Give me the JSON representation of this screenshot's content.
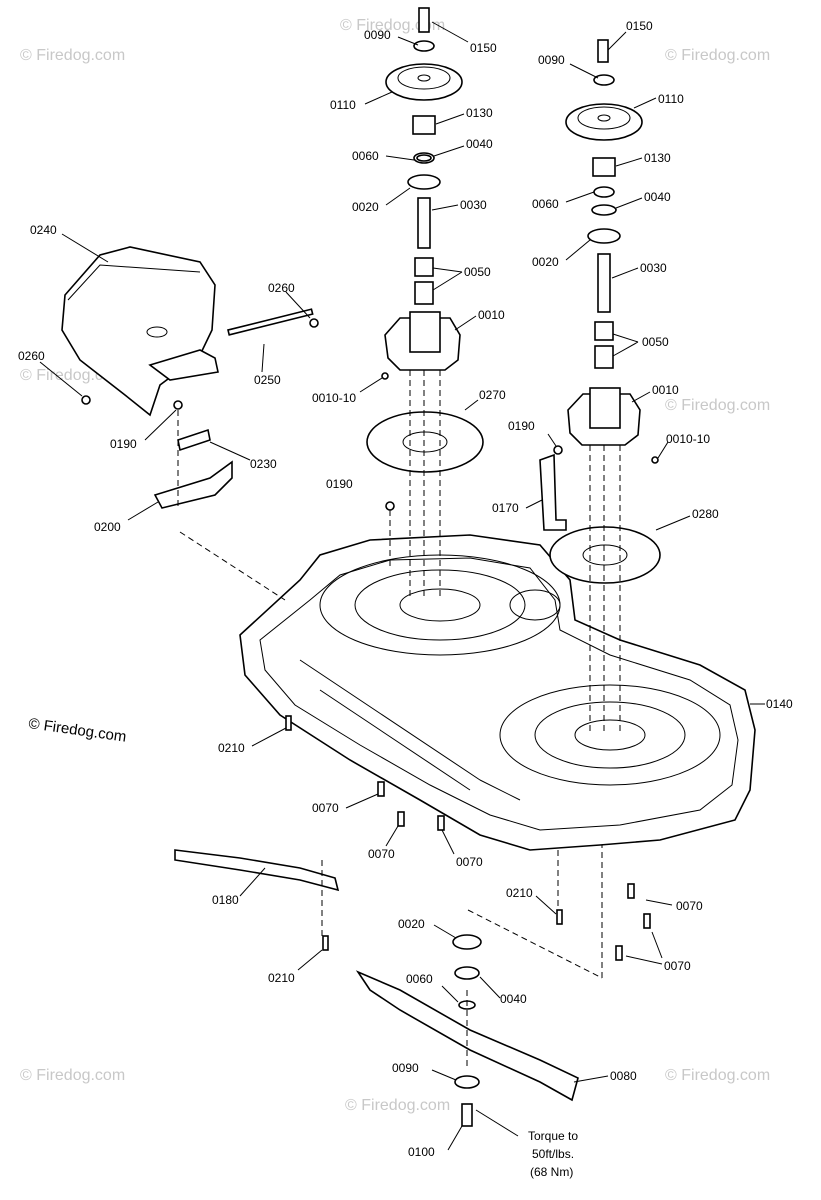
{
  "watermark": "© Firedog.com",
  "copyright": "© Firedog.com",
  "torque_note": [
    "Torque to",
    "50ft/lbs.",
    "(68 Nm)"
  ],
  "callouts": [
    {
      "id": "c-0150a",
      "text": "0150"
    },
    {
      "id": "c-0090a",
      "text": "0090"
    },
    {
      "id": "c-0110a",
      "text": "0110"
    },
    {
      "id": "c-0130a",
      "text": "0130"
    },
    {
      "id": "c-0060a",
      "text": "0060"
    },
    {
      "id": "c-0040a",
      "text": "0040"
    },
    {
      "id": "c-0020a",
      "text": "0020"
    },
    {
      "id": "c-0030a",
      "text": "0030"
    },
    {
      "id": "c-0050a",
      "text": "0050"
    },
    {
      "id": "c-0010a",
      "text": "0010"
    },
    {
      "id": "c-0010-10a",
      "text": "0010-10"
    },
    {
      "id": "c-0270",
      "text": "0270"
    },
    {
      "id": "c-0190a",
      "text": "0190"
    },
    {
      "id": "c-0150b",
      "text": "0150"
    },
    {
      "id": "c-0090b",
      "text": "0090"
    },
    {
      "id": "c-0110b",
      "text": "0110"
    },
    {
      "id": "c-0130b",
      "text": "0130"
    },
    {
      "id": "c-0060b",
      "text": "0060"
    },
    {
      "id": "c-0040b",
      "text": "0040"
    },
    {
      "id": "c-0020b",
      "text": "0020"
    },
    {
      "id": "c-0030b",
      "text": "0030"
    },
    {
      "id": "c-0050b",
      "text": "0050"
    },
    {
      "id": "c-0010b",
      "text": "0010"
    },
    {
      "id": "c-0010-10b",
      "text": "0010-10"
    },
    {
      "id": "c-0190b",
      "text": "0190"
    },
    {
      "id": "c-0170",
      "text": "0170"
    },
    {
      "id": "c-0280",
      "text": "0280"
    },
    {
      "id": "c-0240",
      "text": "0240"
    },
    {
      "id": "c-0260a",
      "text": "0260"
    },
    {
      "id": "c-0260b",
      "text": "0260"
    },
    {
      "id": "c-0250",
      "text": "0250"
    },
    {
      "id": "c-0190c",
      "text": "0190"
    },
    {
      "id": "c-0230",
      "text": "0230"
    },
    {
      "id": "c-0200",
      "text": "0200"
    },
    {
      "id": "c-0140",
      "text": "0140"
    },
    {
      "id": "c-0210a",
      "text": "0210"
    },
    {
      "id": "c-0070a",
      "text": "0070"
    },
    {
      "id": "c-0070b",
      "text": "0070"
    },
    {
      "id": "c-0070c",
      "text": "0070"
    },
    {
      "id": "c-0180",
      "text": "0180"
    },
    {
      "id": "c-0210b",
      "text": "0210"
    },
    {
      "id": "c-0210c",
      "text": "0210"
    },
    {
      "id": "c-0070d",
      "text": "0070"
    },
    {
      "id": "c-0070e",
      "text": "0070"
    },
    {
      "id": "c-0020c",
      "text": "0020"
    },
    {
      "id": "c-0060c",
      "text": "0060"
    },
    {
      "id": "c-0040c",
      "text": "0040"
    },
    {
      "id": "c-0090c",
      "text": "0090"
    },
    {
      "id": "c-0080",
      "text": "0080"
    },
    {
      "id": "c-0100",
      "text": "0100"
    }
  ]
}
